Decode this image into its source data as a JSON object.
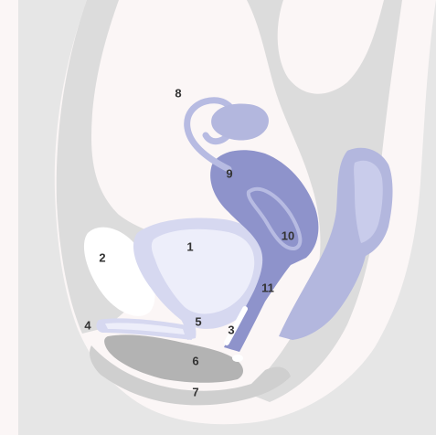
{
  "colors": {
    "background": "#fbf6f6",
    "body_gray": "#dcdcdc",
    "body_gray_light": "#e6e6e6",
    "pelvic_floor": "#b3b3b3",
    "uterus": "#8e93cb",
    "uterus_highlight": "#b7bbe2",
    "bladder_outer": "#d6d8f0",
    "bladder_inner": "#edeefa",
    "rectum": "#b3b7de",
    "rectum_light": "#c9cceb",
    "ovary": "#b3b7de",
    "bone": "#ffffff",
    "label": "#333333"
  },
  "labels": {
    "l1": "1",
    "l2": "2",
    "l3": "3",
    "l4": "4",
    "l5": "5",
    "l6": "6",
    "l7": "7",
    "l8": "8",
    "l9": "9",
    "l10": "10",
    "l11": "11"
  }
}
